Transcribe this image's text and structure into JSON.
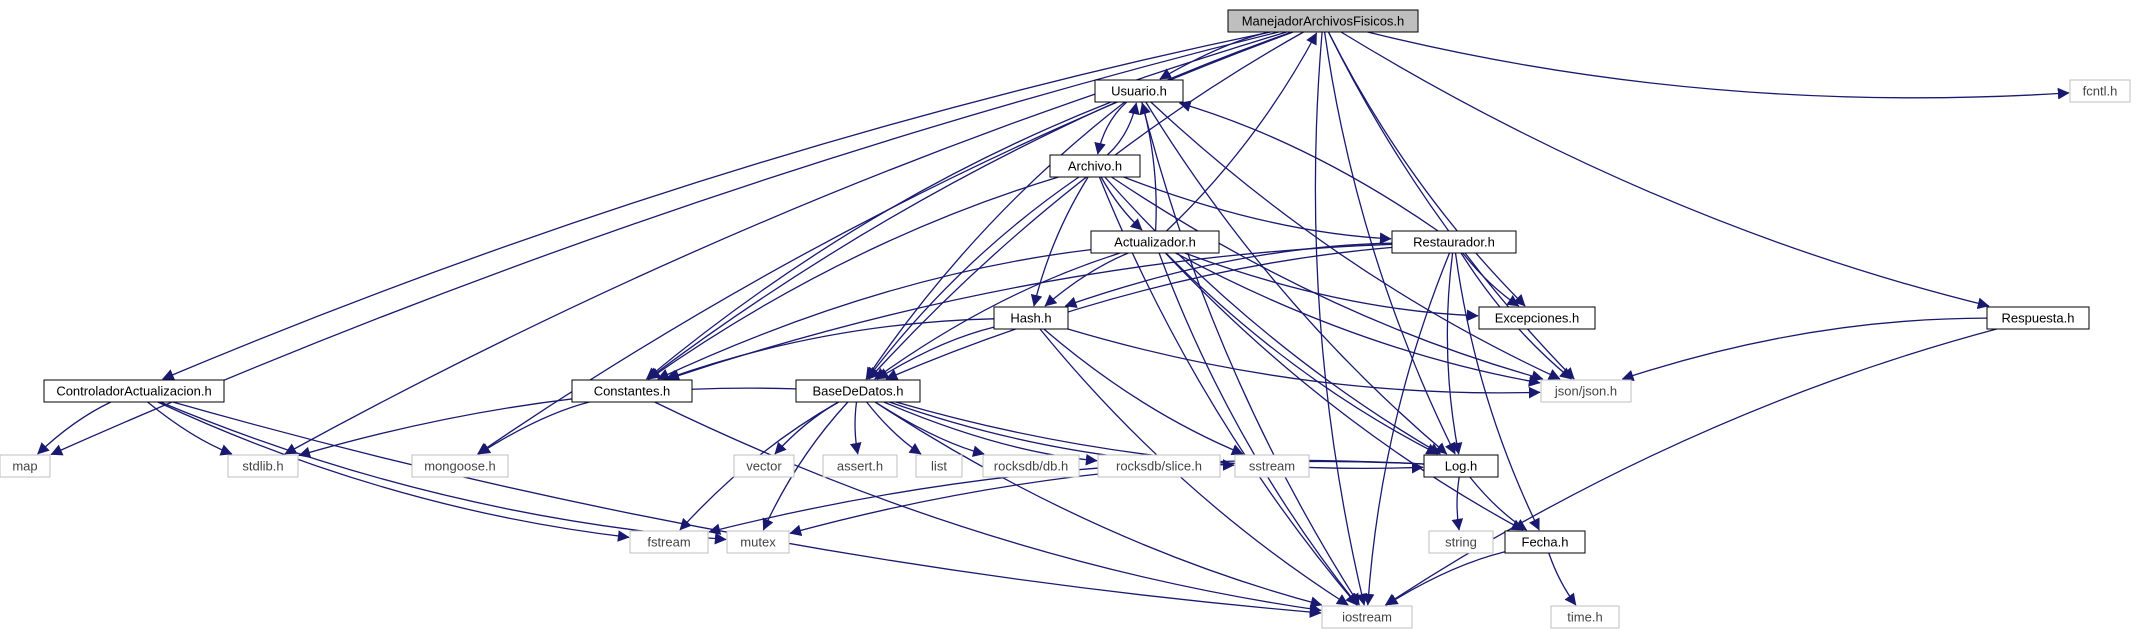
{
  "nodes": [
    {
      "id": "main",
      "label": "ManejadorArchivosFisicos.h",
      "style": "root"
    },
    {
      "id": "usuario",
      "label": "Usuario.h",
      "style": "doc"
    },
    {
      "id": "archivo",
      "label": "Archivo.h",
      "style": "doc"
    },
    {
      "id": "actualizador",
      "label": "Actualizador.h",
      "style": "doc"
    },
    {
      "id": "restaurador",
      "label": "Restaurador.h",
      "style": "doc"
    },
    {
      "id": "hash",
      "label": "Hash.h",
      "style": "doc"
    },
    {
      "id": "excepciones",
      "label": "Excepciones.h",
      "style": "doc"
    },
    {
      "id": "respuesta",
      "label": "Respuesta.h",
      "style": "doc"
    },
    {
      "id": "controlador",
      "label": "ControladorActualizacion.h",
      "style": "doc"
    },
    {
      "id": "constantes",
      "label": "Constantes.h",
      "style": "doc"
    },
    {
      "id": "basededatos",
      "label": "BaseDeDatos.h",
      "style": "doc"
    },
    {
      "id": "log",
      "label": "Log.h",
      "style": "doc"
    },
    {
      "id": "fecha",
      "label": "Fecha.h",
      "style": "doc"
    },
    {
      "id": "fcntl",
      "label": "fcntl.h",
      "style": "sys"
    },
    {
      "id": "json",
      "label": "json/json.h",
      "style": "sys"
    },
    {
      "id": "map",
      "label": "map",
      "style": "sys"
    },
    {
      "id": "stdlib",
      "label": "stdlib.h",
      "style": "sys"
    },
    {
      "id": "mongoose",
      "label": "mongoose.h",
      "style": "sys"
    },
    {
      "id": "vector",
      "label": "vector",
      "style": "sys"
    },
    {
      "id": "assert",
      "label": "assert.h",
      "style": "sys"
    },
    {
      "id": "list",
      "label": "list",
      "style": "sys"
    },
    {
      "id": "rocksdb_db",
      "label": "rocksdb/db.h",
      "style": "sys"
    },
    {
      "id": "rocksdb_slice",
      "label": "rocksdb/slice.h",
      "style": "sys"
    },
    {
      "id": "sstream",
      "label": "sstream",
      "style": "sys"
    },
    {
      "id": "fstream",
      "label": "fstream",
      "style": "sys"
    },
    {
      "id": "mutex",
      "label": "mutex",
      "style": "sys"
    },
    {
      "id": "string",
      "label": "string",
      "style": "sys"
    },
    {
      "id": "iostream",
      "label": "iostream",
      "style": "sys"
    },
    {
      "id": "time",
      "label": "time.h",
      "style": "sys"
    }
  ],
  "edges": [
    [
      "main",
      "usuario"
    ],
    [
      "main",
      "excepciones"
    ],
    [
      "main",
      "fcntl"
    ],
    [
      "main",
      "respuesta"
    ],
    [
      "main",
      "controlador"
    ],
    [
      "main",
      "map"
    ],
    [
      "main",
      "stdlib"
    ],
    [
      "main",
      "mongoose"
    ],
    [
      "main",
      "constantes"
    ],
    [
      "main",
      "basededatos"
    ],
    [
      "main",
      "json"
    ],
    [
      "main",
      "log"
    ],
    [
      "main",
      "iostream"
    ],
    [
      "usuario",
      "archivo"
    ],
    [
      "usuario",
      "constantes"
    ],
    [
      "usuario",
      "basededatos"
    ],
    [
      "usuario",
      "json"
    ],
    [
      "usuario",
      "log"
    ],
    [
      "usuario",
      "iostream"
    ],
    [
      "archivo",
      "usuario"
    ],
    [
      "archivo",
      "actualizador"
    ],
    [
      "archivo",
      "restaurador"
    ],
    [
      "archivo",
      "hash"
    ],
    [
      "archivo",
      "constantes"
    ],
    [
      "archivo",
      "basededatos"
    ],
    [
      "archivo",
      "json"
    ],
    [
      "archivo",
      "log"
    ],
    [
      "archivo",
      "iostream"
    ],
    [
      "actualizador",
      "main"
    ],
    [
      "actualizador",
      "usuario"
    ],
    [
      "actualizador",
      "excepciones"
    ],
    [
      "actualizador",
      "hash"
    ],
    [
      "actualizador",
      "constantes"
    ],
    [
      "actualizador",
      "basededatos"
    ],
    [
      "actualizador",
      "json"
    ],
    [
      "actualizador",
      "log"
    ],
    [
      "actualizador",
      "fecha"
    ],
    [
      "actualizador",
      "iostream"
    ],
    [
      "restaurador",
      "usuario"
    ],
    [
      "restaurador",
      "excepciones"
    ],
    [
      "restaurador",
      "hash"
    ],
    [
      "restaurador",
      "constantes"
    ],
    [
      "restaurador",
      "basededatos"
    ],
    [
      "restaurador",
      "json"
    ],
    [
      "restaurador",
      "log"
    ],
    [
      "restaurador",
      "fecha"
    ],
    [
      "restaurador",
      "iostream"
    ],
    [
      "hash",
      "constantes"
    ],
    [
      "hash",
      "basededatos"
    ],
    [
      "hash",
      "json"
    ],
    [
      "hash",
      "sstream"
    ],
    [
      "hash",
      "iostream"
    ],
    [
      "respuesta",
      "json"
    ],
    [
      "respuesta",
      "iostream"
    ],
    [
      "controlador",
      "map"
    ],
    [
      "controlador",
      "stdlib"
    ],
    [
      "controlador",
      "fstream"
    ],
    [
      "controlador",
      "mutex"
    ],
    [
      "controlador",
      "iostream"
    ],
    [
      "constantes",
      "mongoose"
    ],
    [
      "constantes",
      "iostream"
    ],
    [
      "basededatos",
      "stdlib"
    ],
    [
      "basededatos",
      "vector"
    ],
    [
      "basededatos",
      "assert"
    ],
    [
      "basededatos",
      "list"
    ],
    [
      "basededatos",
      "rocksdb_db"
    ],
    [
      "basededatos",
      "rocksdb_slice"
    ],
    [
      "basededatos",
      "sstream"
    ],
    [
      "basededatos",
      "log"
    ],
    [
      "basededatos",
      "fstream"
    ],
    [
      "basededatos",
      "mutex"
    ],
    [
      "basededatos",
      "iostream"
    ],
    [
      "log",
      "fstream"
    ],
    [
      "log",
      "mutex"
    ],
    [
      "log",
      "string"
    ],
    [
      "log",
      "fecha"
    ],
    [
      "fecha",
      "time"
    ],
    [
      "fecha",
      "iostream"
    ]
  ],
  "colors": {
    "edge": "#191970",
    "doc_border": "#000000",
    "sys_border": "#bfbfbf",
    "root_fill": "#bfbfbf",
    "sys_text": "#444444"
  }
}
